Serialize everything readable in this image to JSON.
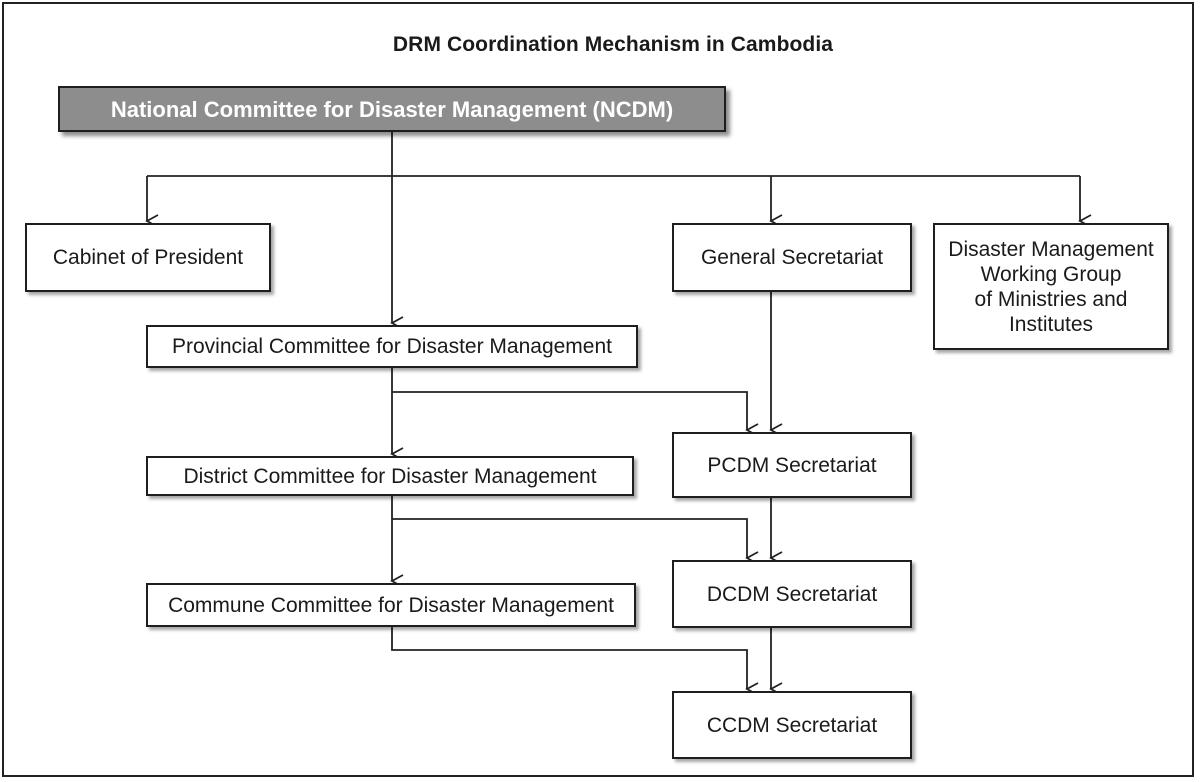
{
  "title": "DRM Coordination Mechanism in Cambodia",
  "nodes": {
    "ncdm": "National Committee for Disaster Management (NCDM)",
    "cabinet": "Cabinet of President",
    "general_secretariat": "General Secretariat",
    "working_group": [
      "Disaster Management",
      "Working Group",
      "of Ministries and",
      "Institutes"
    ],
    "provincial": "Provincial Committee for Disaster Management",
    "district": "District Committee for Disaster Management",
    "commune": "Commune Committee for Disaster Management",
    "pcdm": "PCDM Secretariat",
    "dcdm": "DCDM Secretariat",
    "ccdm": "CCDM Secretariat"
  },
  "colors": {
    "ncdm_fill": "#8d8d8d",
    "ncdm_text": "#ffffff",
    "box_border": "#1e1e1e",
    "line": "#222222"
  }
}
